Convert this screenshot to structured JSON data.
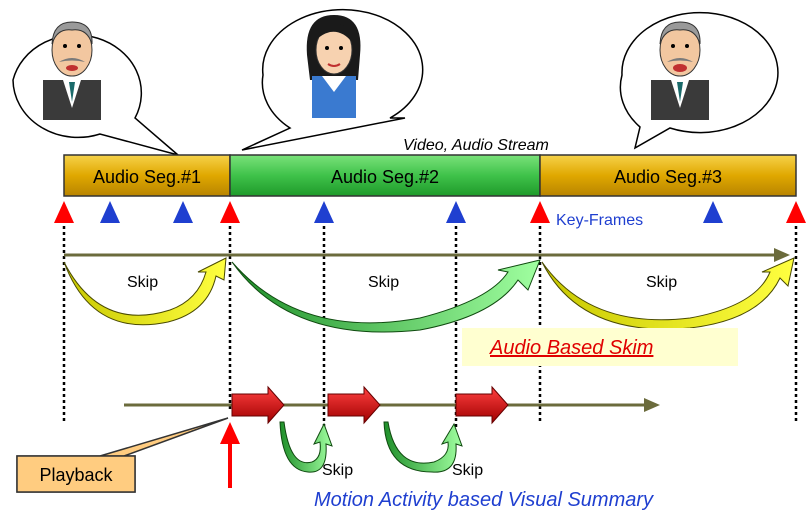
{
  "stream_label": "Video, Audio Stream",
  "segments": [
    {
      "label": "Audio Seg.#1",
      "color": "#f2c400"
    },
    {
      "label": "Audio Seg.#2",
      "color": "#5fd05f"
    },
    {
      "label": "Audio Seg.#3",
      "color": "#f2c400"
    }
  ],
  "keyframes_label": "Key-Frames",
  "skip_label": "Skip",
  "audio_skim_label": "Audio Based Skim",
  "playback_label": "Playback",
  "visual_summary_label": "Motion Activity based Visual Summary",
  "speakers": [
    "man-with-mustache",
    "woman",
    "man-with-mustache"
  ],
  "colors": {
    "red_marker": "#ff0000",
    "blue_marker": "#1f3fd0",
    "timeline": "#6b6b3c",
    "skim_bg": "#ffffd0",
    "skim_text": "#e00000",
    "summary_text": "#1f3fd0",
    "playback_box": "#ffcc80"
  }
}
